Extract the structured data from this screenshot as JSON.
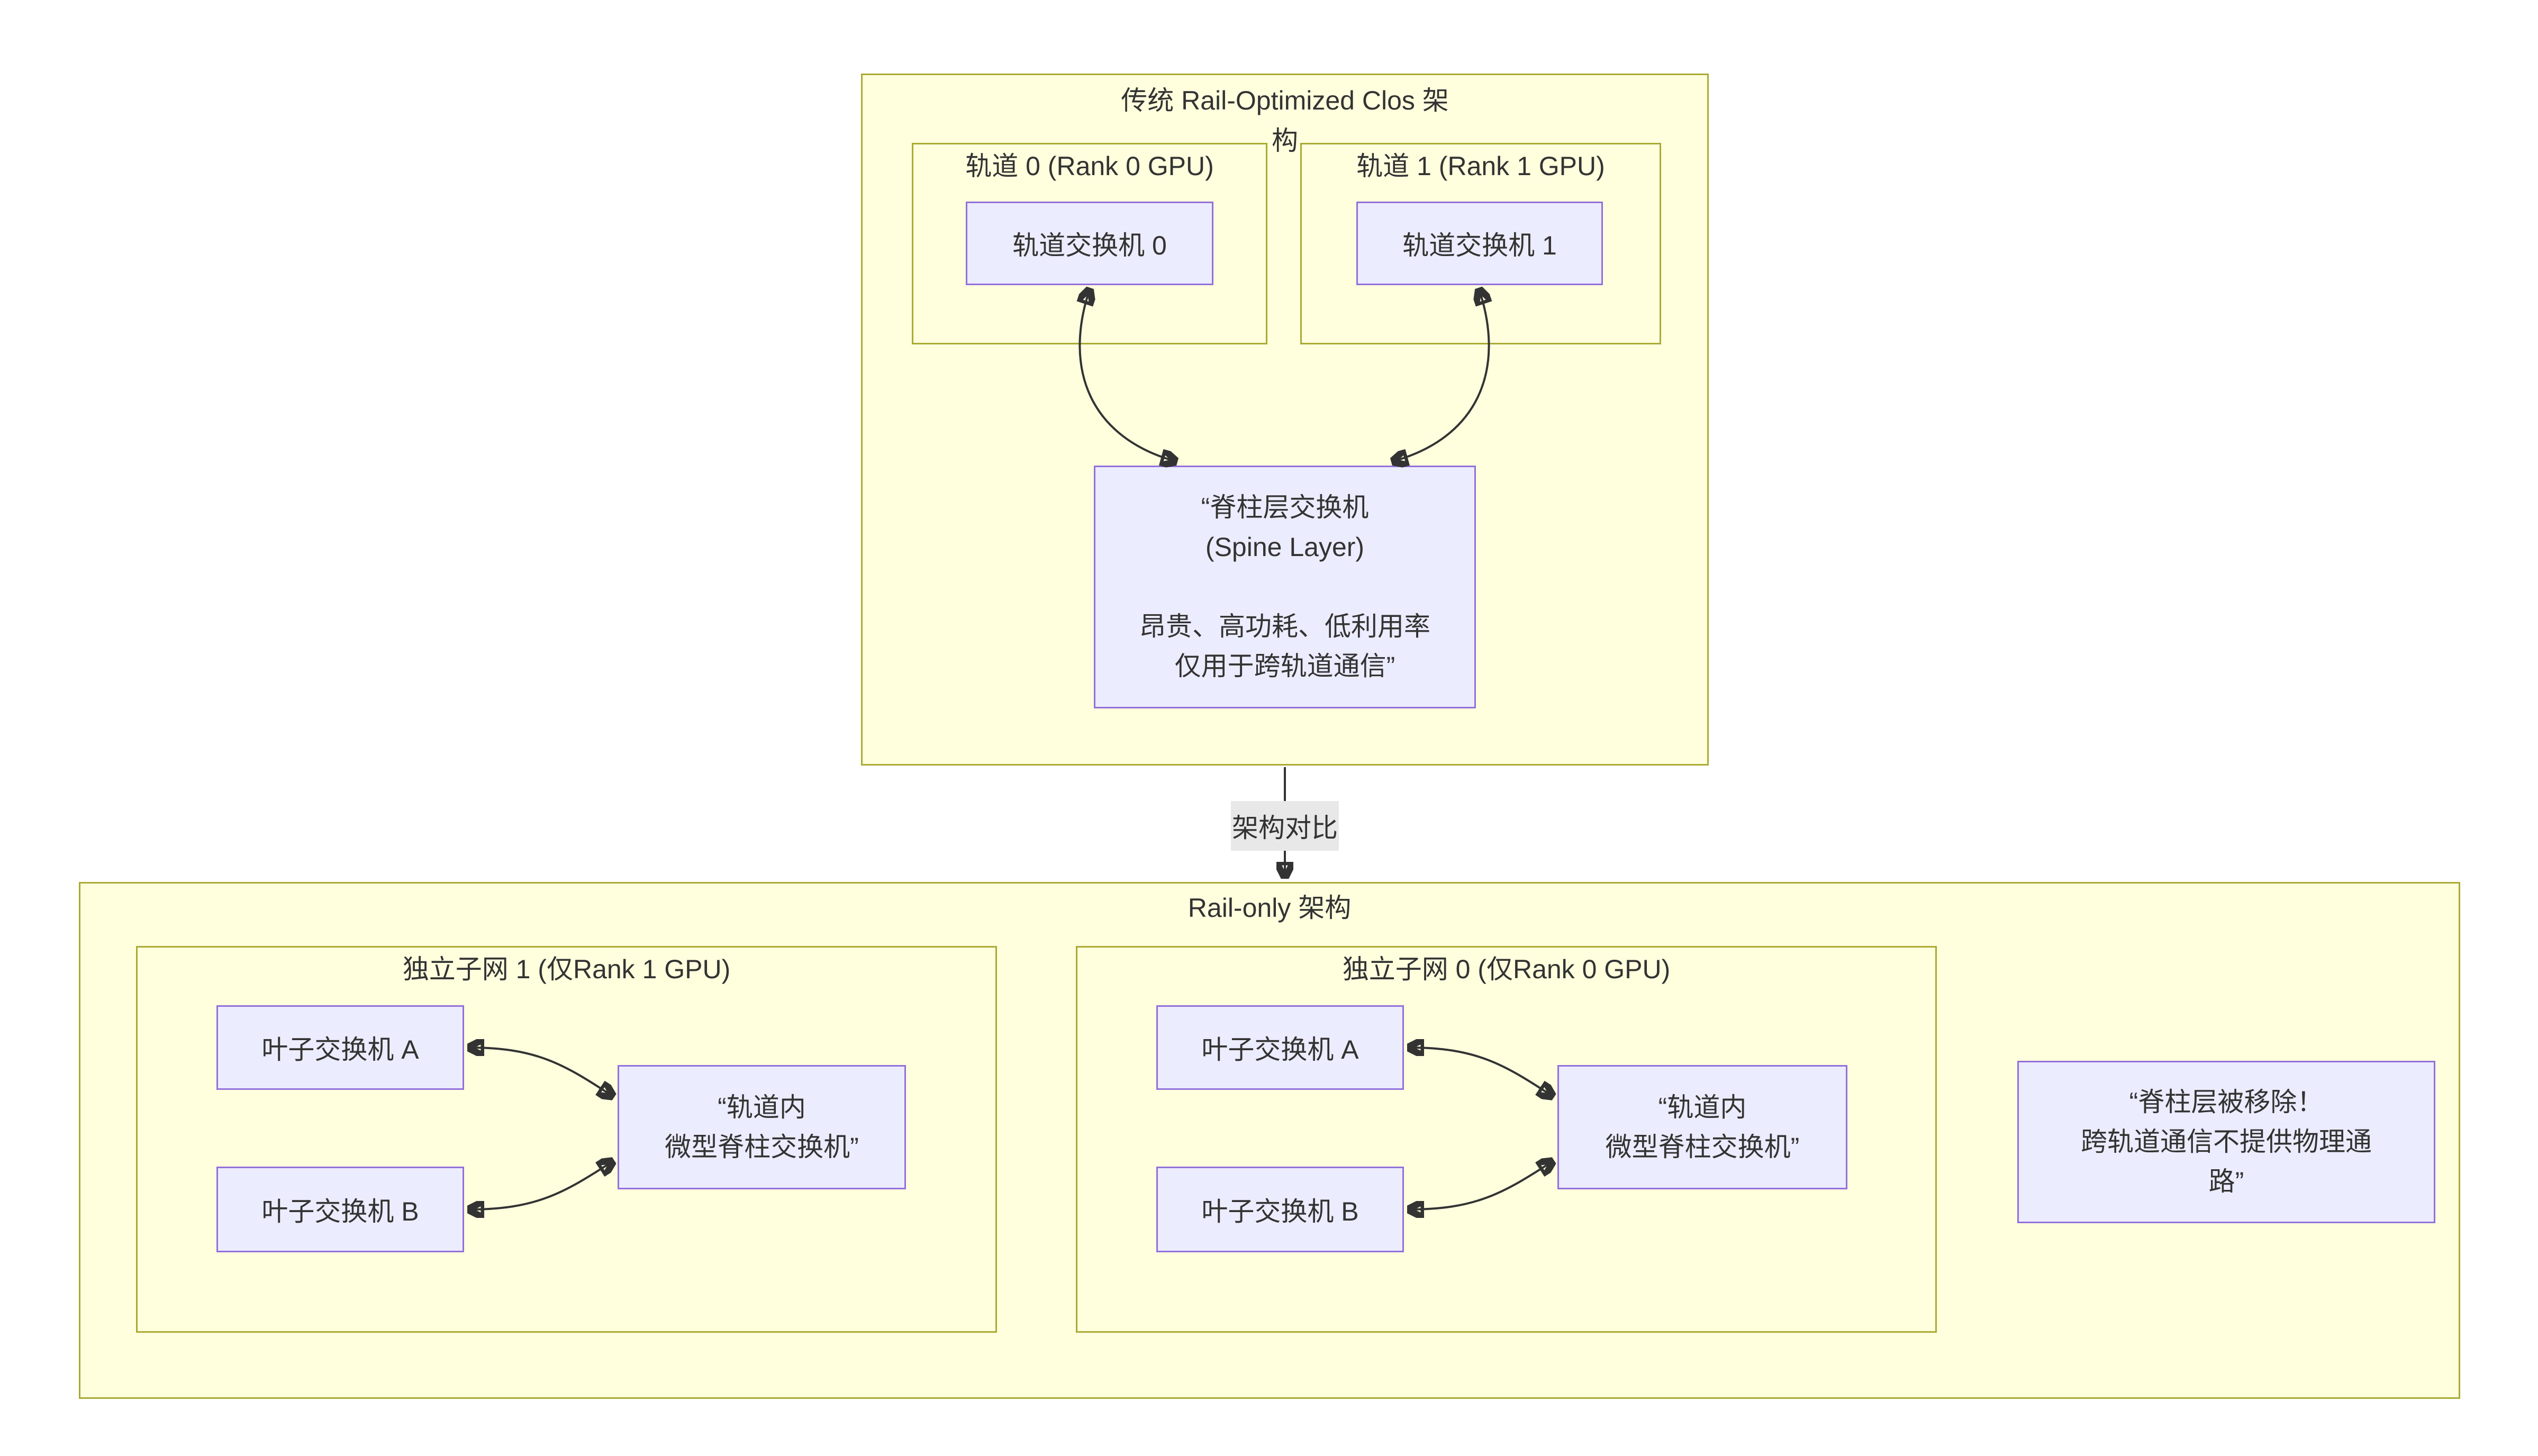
{
  "colors": {
    "page_bg": "#ffffff",
    "cluster_fill": "#ffffde",
    "cluster_border": "#aaaa33",
    "node_fill": "#ECECFF",
    "node_border": "#9370DB",
    "edge": "#333333",
    "edge_label_bg": "#e8e8e8",
    "text": "#333333"
  },
  "diagram": {
    "clos": {
      "title_line1": "传统 Rail-Optimized Clos 架",
      "title_line2": "构",
      "rail0_title": "轨道 0 (Rank 0 GPU)",
      "rail1_title": "轨道 1 (Rank 1 GPU)",
      "switch0": "轨道交换机 0",
      "switch1": "轨道交换机 1",
      "spine_lines": [
        "“脊柱层交换机",
        "(Spine Layer)",
        "",
        "昂贵、高功耗、低利用率",
        "仅用于跨轨道通信”"
      ]
    },
    "edge_label": "架构对比",
    "railonly": {
      "title": "Rail-only 架构",
      "subnet1_title": "独立子网 1 (仅Rank 1 GPU)",
      "subnet0_title": "独立子网 0 (仅Rank 0 GPU)",
      "leaf_a": "叶子交换机 A",
      "leaf_b": "叶子交换机 B",
      "mini_spine_lines": [
        "“轨道内",
        "微型脊柱交换机”"
      ],
      "note_lines": [
        "“脊柱层被移除！",
        "跨轨道通信不提供物理通",
        "路”"
      ]
    }
  }
}
